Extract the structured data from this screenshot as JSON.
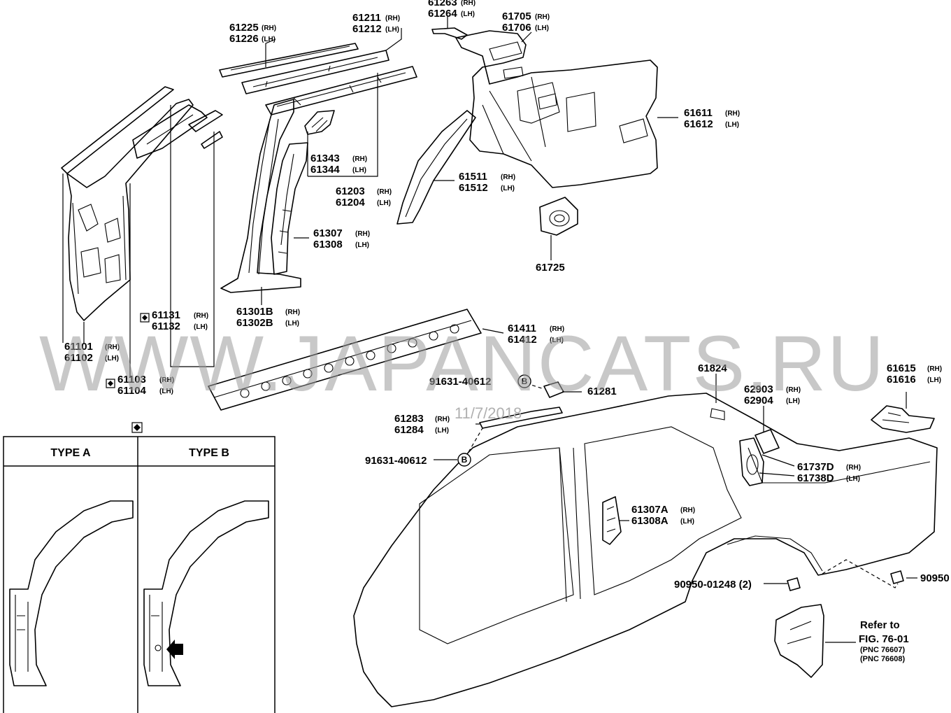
{
  "parts": {
    "p61225": {
      "a": "61225",
      "as": "(RH)",
      "b": "61226",
      "bs": "(LH)"
    },
    "p61211": {
      "a": "61211",
      "as": "(RH)",
      "b": "61212",
      "bs": "(LH)"
    },
    "p61263": {
      "a": "61263",
      "as": "(RH)",
      "b": "61264",
      "bs": "(LH)"
    },
    "p61705": {
      "a": "61705",
      "as": "(RH)",
      "b": "61706",
      "bs": "(LH)"
    },
    "p61611": {
      "a": "61611",
      "as": "(RH)",
      "b": "61612",
      "bs": "(LH)"
    },
    "p61343": {
      "a": "61343",
      "as": "(RH)",
      "b": "61344",
      "bs": "(LH)"
    },
    "p61203": {
      "a": "61203",
      "as": "(RH)",
      "b": "61204",
      "bs": "(LH)"
    },
    "p61511": {
      "a": "61511",
      "as": "(RH)",
      "b": "61512",
      "bs": "(LH)"
    },
    "p61725": {
      "a": "61725"
    },
    "p61307": {
      "a": "61307",
      "as": "(RH)",
      "b": "61308",
      "bs": "(LH)"
    },
    "p61301b": {
      "a": "61301B",
      "as": "(RH)",
      "b": "61302B",
      "bs": "(LH)"
    },
    "p61131": {
      "a": "61131",
      "as": "(RH)",
      "b": "61132",
      "bs": "(LH)"
    },
    "p61101": {
      "a": "61101",
      "as": "(RH)",
      "b": "61102",
      "bs": "(LH)"
    },
    "p61103": {
      "a": "61103",
      "as": "(RH)",
      "b": "61104",
      "bs": "(LH)"
    },
    "p61411": {
      "a": "61411",
      "as": "(RH)",
      "b": "61412",
      "bs": "(LH)"
    },
    "p61824": {
      "a": "61824"
    },
    "p61615": {
      "a": "61615",
      "as": "(RH)",
      "b": "61616",
      "bs": "(LH)"
    },
    "p61281": {
      "a": "61281"
    },
    "p62903": {
      "a": "62903",
      "as": "(RH)",
      "b": "62904",
      "bs": "(LH)"
    },
    "p61283": {
      "a": "61283",
      "as": "(RH)",
      "b": "61284",
      "bs": "(LH)"
    },
    "p61737": {
      "a": "61737D",
      "as": "(RH)",
      "b": "61738D",
      "bs": "(LH)"
    },
    "p61307a": {
      "a": "61307A",
      "as": "(RH)",
      "b": "61308A",
      "bs": "(LH)"
    },
    "bolt1": "91631-40612",
    "bolt2": "91631-40612",
    "clip1": "90950-01248 (2)",
    "clip2": "90950",
    "circle_letter": "B"
  },
  "type_table": {
    "col_a": "TYPE A",
    "col_b": "TYPE B"
  },
  "reference": {
    "line1": "Refer to",
    "line2": "FIG. 76-01",
    "line3": "(PNC 76607)",
    "line4": "(PNC 76608)"
  },
  "watermark": {
    "text": "WWW.JAPANCATS.RU",
    "date": "11/7/2018"
  },
  "colors": {
    "ink": "#000000",
    "background": "#ffffff",
    "watermark": "#9a9a9a"
  }
}
